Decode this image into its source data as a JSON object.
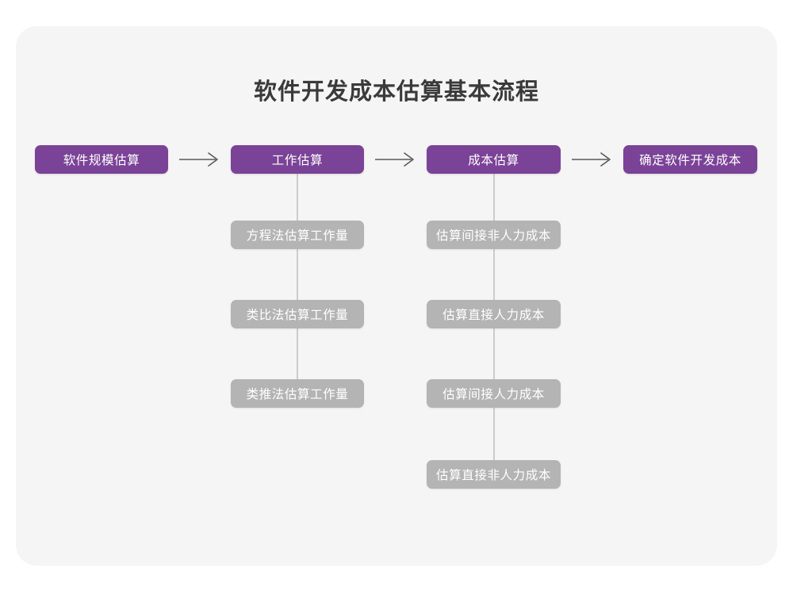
{
  "title": "软件开发成本估算基本流程",
  "colors": {
    "page_background": "#ffffff",
    "card_background": "#f5f5f5",
    "primary_node": "#7b4397",
    "sub_node": "#b4b4b4",
    "node_text": "#ffffff",
    "title_text": "#3a3a3a",
    "connector_line": "#cccccc",
    "arrow": "#5a5a5a"
  },
  "flow": {
    "main_steps": [
      {
        "label": "软件规模估算"
      },
      {
        "label": "工作估算"
      },
      {
        "label": "成本估算"
      },
      {
        "label": "确定软件开发成本"
      }
    ],
    "arrows": [
      {
        "name": "arrow-step1-to-step2",
        "glyph": "→"
      },
      {
        "name": "arrow-step2-to-step3",
        "glyph": "→"
      },
      {
        "name": "arrow-step3-to-step4",
        "glyph": "→"
      }
    ],
    "branches": [
      {
        "parent": "工作估算",
        "items": [
          {
            "label": "方程法估算工作量"
          },
          {
            "label": "类比法估算工作量"
          },
          {
            "label": "类推法估算工作量"
          }
        ]
      },
      {
        "parent": "成本估算",
        "items": [
          {
            "label": "估算间接非人力成本"
          },
          {
            "label": "估算直接人力成本"
          },
          {
            "label": "估算间接人力成本"
          },
          {
            "label": "估算直接非人力成本"
          }
        ]
      }
    ]
  }
}
